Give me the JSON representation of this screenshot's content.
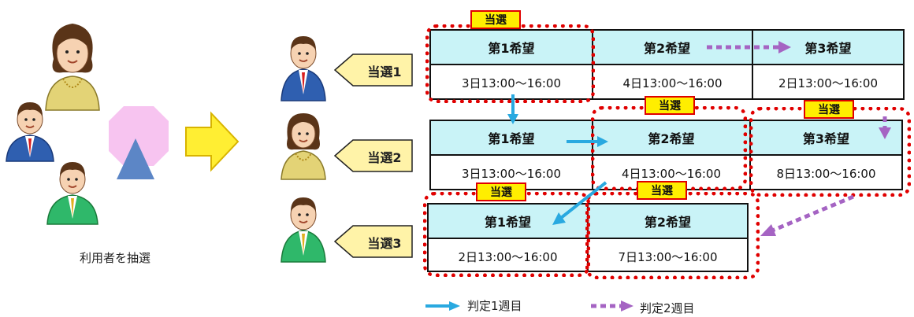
{
  "left_caption": "利用者を抽選",
  "rows": [
    {
      "label": "当選1",
      "cells": [
        {
          "head": "第1希望",
          "time": "3日13:00〜16:00"
        },
        {
          "head": "第2希望",
          "time": "4日13:00〜16:00"
        },
        {
          "head": "第3希望",
          "time": "2日13:00〜16:00"
        }
      ]
    },
    {
      "label": "当選2",
      "cells": [
        {
          "head": "第1希望",
          "time": "3日13:00〜16:00"
        },
        {
          "head": "第2希望",
          "time": "4日13:00〜16:00"
        },
        {
          "head": "第3希望",
          "time": "8日13:00〜16:00"
        }
      ]
    },
    {
      "label": "当選3",
      "cells": [
        {
          "head": "第1希望",
          "time": "2日13:00〜16:00"
        },
        {
          "head": "第2希望",
          "time": "7日13:00〜16:00"
        }
      ]
    }
  ],
  "badge_text": "当選",
  "legend": {
    "week1": "判定1週目",
    "week2": "判定2週目"
  },
  "colors": {
    "week1_arrow": "#29a9e0",
    "week2_arrow": "#a564c3",
    "winner_outline": "#e00000",
    "header_fill": "#c9f3f7",
    "badge_fill": "#ffee00",
    "big_arrow": "#ffee33"
  }
}
